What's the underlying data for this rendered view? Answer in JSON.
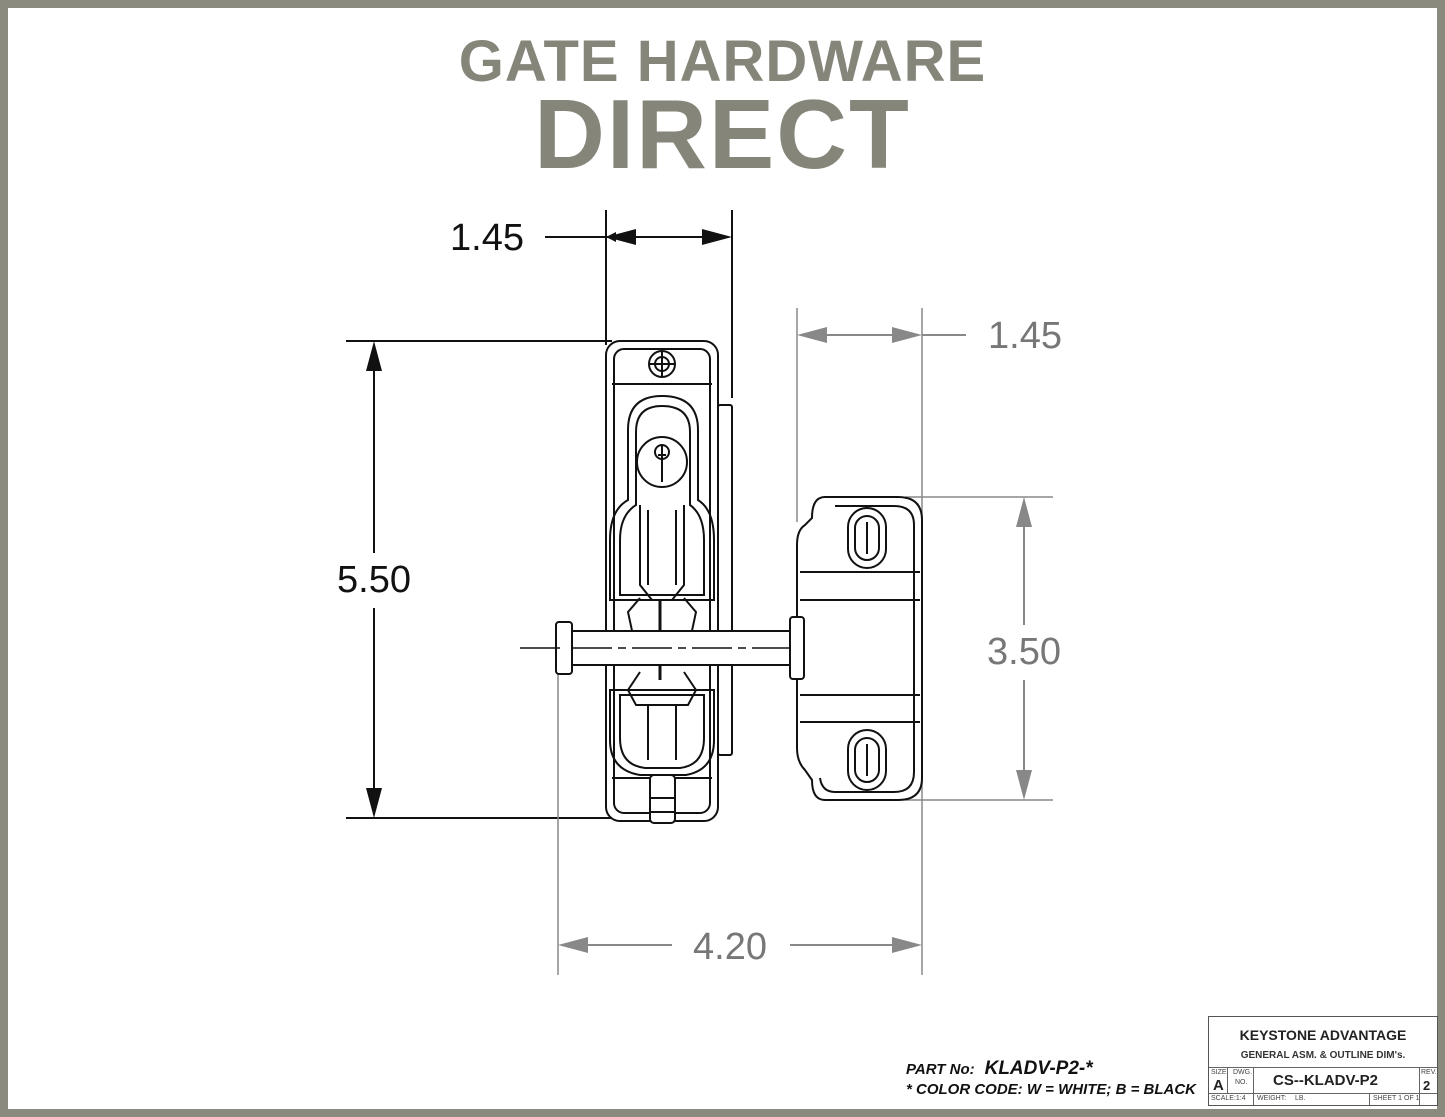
{
  "brand": {
    "line1": "GATE HARDWARE",
    "line2": "DIRECT",
    "color": "#85857a"
  },
  "dimensions": {
    "top_width": "1.45",
    "left_height": "5.50",
    "right_width": "1.45",
    "right_height": "3.50",
    "overall_width": "4.20"
  },
  "part": {
    "label": "PART No:",
    "number": "KLADV-P2-*",
    "color_code": "* COLOR CODE:  W = WHITE;  B = BLACK"
  },
  "title_block": {
    "company": "KEYSTONE ADVANTAGE",
    "description": "GENERAL ASM. & OUTLINE DIM's.",
    "size_label": "SIZE",
    "size": "A",
    "dwg_label": "DWG.",
    "no_label": "NO.",
    "drawing_number": "CS--KLADV-P2",
    "rev_label": "REV.",
    "rev": "2",
    "scale": "SCALE:1:4",
    "weight_label": "WEIGHT:",
    "weight_unit": "LB.",
    "sheet": "SHEET 1 OF 1"
  }
}
